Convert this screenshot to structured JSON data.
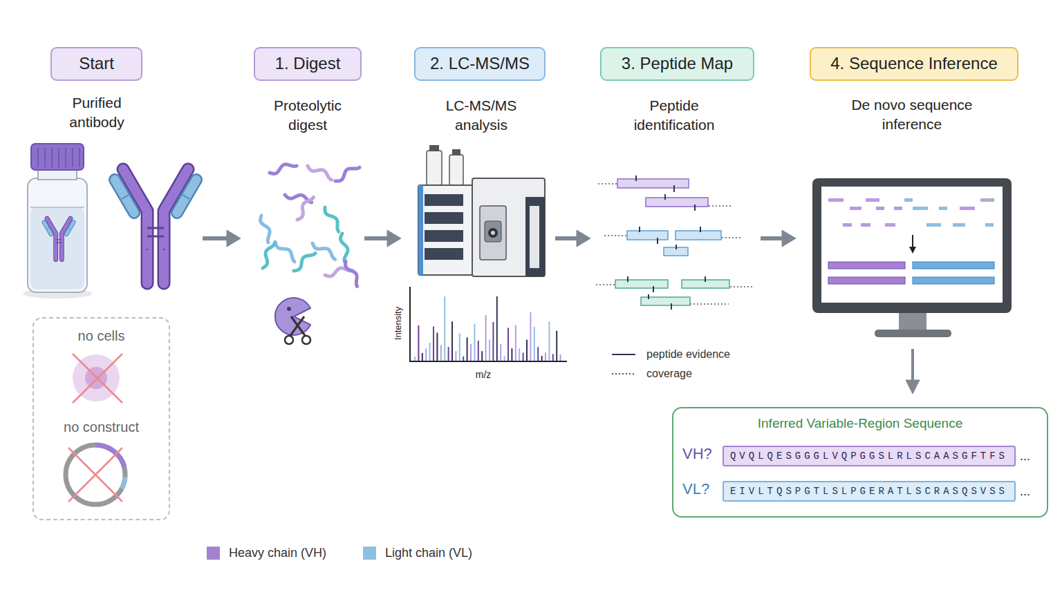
{
  "diagram": {
    "nodes": [
      {
        "text": [
          "Start"
        ]
      },
      {
        "text": [
          "1. Digest"
        ]
      },
      {
        "text": [
          "2. LC-MS/MS"
        ]
      },
      {
        "text": [
          "3. Peptide Map"
        ]
      },
      {
        "text": [
          "4. Sequence Inference"
        ]
      },
      {
        "text": [
          "no cells",
          "no construct"
        ]
      },
      {
        "text": [
          "Inferred Variable-Region Sequence"
        ]
      },
      {
        "text": [
          "QVQLQESGGGLVQPGGSLRLSCAASGFTFS"
        ],
        "in": 6
      },
      {
        "text": [
          "EIVLTQSPGTLSLPGERATLSCRASQSVSS"
        ],
        "in": 6
      }
    ],
    "labels": [
      "Purified antibody",
      "Proteolytic digest",
      "LC-MS/MS analysis",
      "Peptide identification",
      "De novo sequence inference",
      "Intensity",
      "m/z",
      "VH?",
      "VL?",
      "...",
      "..."
    ],
    "legend": [
      {
        "text": "Heavy chain (VH)",
        "color": "#a381d1"
      },
      {
        "text": "Light chain (VL)",
        "color": "#8ebfe3"
      },
      {
        "text": "peptide evidence"
      },
      {
        "text": "coverage"
      }
    ]
  }
}
